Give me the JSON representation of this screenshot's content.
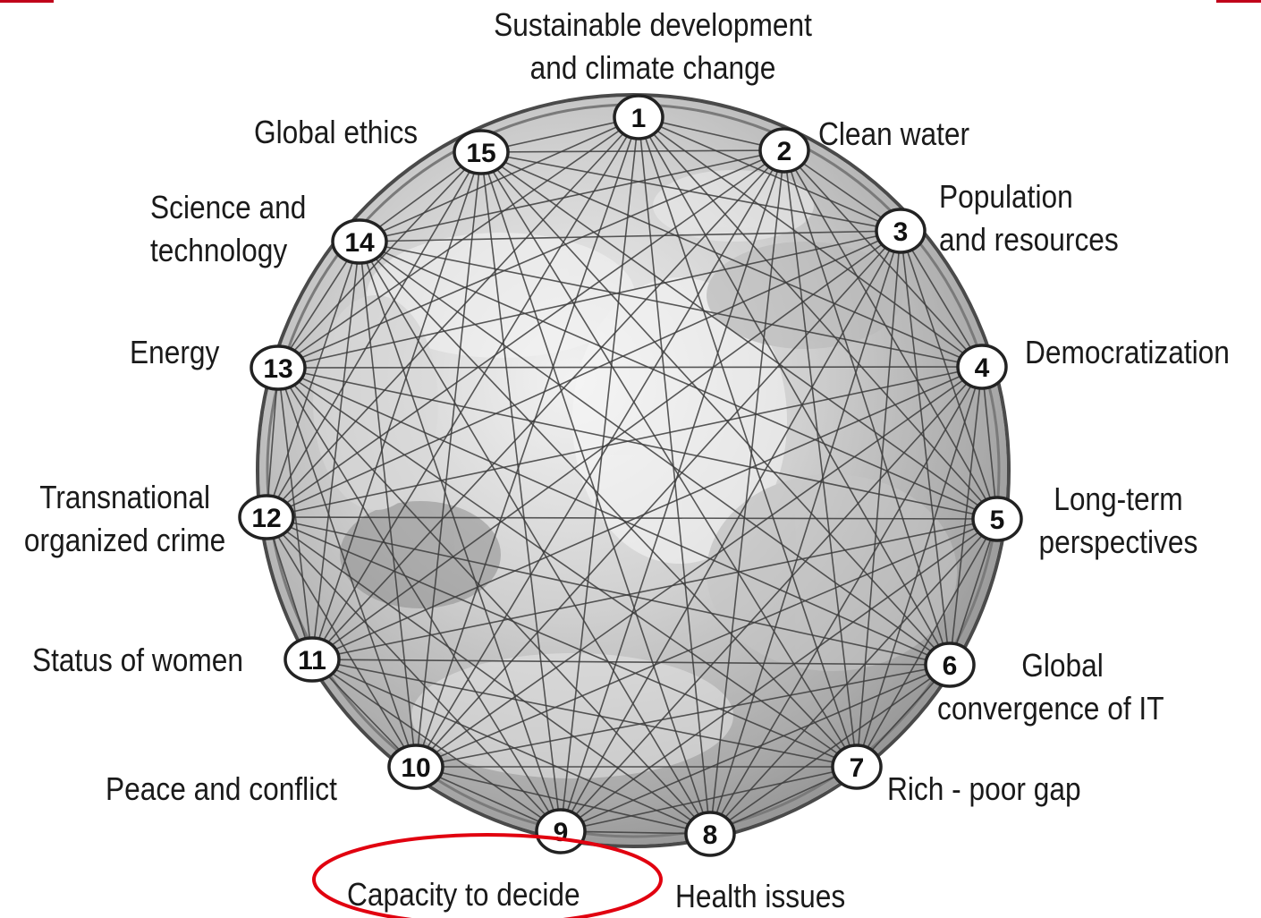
{
  "colors": {
    "accent_red": "#e1000f",
    "node_fill": "#ffffff",
    "node_stroke": "#222222",
    "globe_rim": "#5a5a5a",
    "edge": "#3c3c3c"
  },
  "diagram": {
    "nodes": [
      {
        "id": 1,
        "number": "1",
        "lines": [
          "Sustainable development",
          "and climate change"
        ]
      },
      {
        "id": 2,
        "number": "2",
        "lines": [
          "Clean water"
        ]
      },
      {
        "id": 3,
        "number": "3",
        "lines": [
          "Population",
          "and resources"
        ]
      },
      {
        "id": 4,
        "number": "4",
        "lines": [
          "Democratization"
        ]
      },
      {
        "id": 5,
        "number": "5",
        "lines": [
          "Long-term",
          "perspectives"
        ]
      },
      {
        "id": 6,
        "number": "6",
        "lines": [
          "Global",
          "convergence of IT"
        ]
      },
      {
        "id": 7,
        "number": "7",
        "lines": [
          "Rich - poor gap"
        ]
      },
      {
        "id": 8,
        "number": "8",
        "lines": [
          "Health issues"
        ]
      },
      {
        "id": 9,
        "number": "9",
        "lines": [
          "Capacity to decide"
        ],
        "highlighted": true
      },
      {
        "id": 10,
        "number": "10",
        "lines": [
          "Peace and conflict"
        ]
      },
      {
        "id": 11,
        "number": "11",
        "lines": [
          "Status of women"
        ]
      },
      {
        "id": 12,
        "number": "12",
        "lines": [
          "Transnational",
          "organized crime"
        ]
      },
      {
        "id": 13,
        "number": "13",
        "lines": [
          "Energy"
        ]
      },
      {
        "id": 14,
        "number": "14",
        "lines": [
          "Science and",
          "technology"
        ]
      },
      {
        "id": 15,
        "number": "15",
        "lines": [
          "Global ethics"
        ]
      }
    ],
    "connectivity": "all-to-all"
  }
}
